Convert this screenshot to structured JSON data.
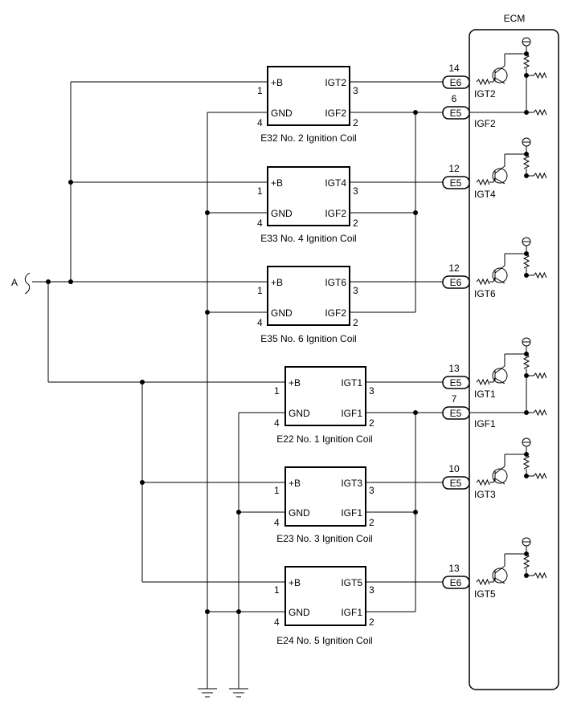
{
  "connector_label": "A",
  "ecm": {
    "title": "ECM"
  },
  "coils": [
    {
      "id": "e32",
      "caption": "E32 No. 2 Ignition Coil",
      "pin_b": "+B",
      "pin_gnd": "GND",
      "sig_t": "IGT2",
      "sig_f": "IGF2",
      "num_b": "1",
      "num_gnd": "4",
      "num_t": "3",
      "num_f": "2",
      "conn_t": "E6",
      "pin_t_ecm": "14",
      "ecm_t": "IGT2",
      "conn_f": "E5",
      "pin_f_ecm": "6",
      "ecm_f": "IGF2"
    },
    {
      "id": "e33",
      "caption": "E33 No. 4 Ignition Coil",
      "pin_b": "+B",
      "pin_gnd": "GND",
      "sig_t": "IGT4",
      "sig_f": "IGF2",
      "num_b": "1",
      "num_gnd": "4",
      "num_t": "3",
      "num_f": "2",
      "conn_t": "E5",
      "pin_t_ecm": "12",
      "ecm_t": "IGT4"
    },
    {
      "id": "e35",
      "caption": "E35 No. 6 Ignition Coil",
      "pin_b": "+B",
      "pin_gnd": "GND",
      "sig_t": "IGT6",
      "sig_f": "IGF2",
      "num_b": "1",
      "num_gnd": "4",
      "num_t": "3",
      "num_f": "2",
      "conn_t": "E6",
      "pin_t_ecm": "12",
      "ecm_t": "IGT6"
    },
    {
      "id": "e22",
      "caption": "E22 No. 1 Ignition Coil",
      "pin_b": "+B",
      "pin_gnd": "GND",
      "sig_t": "IGT1",
      "sig_f": "IGF1",
      "num_b": "1",
      "num_gnd": "4",
      "num_t": "3",
      "num_f": "2",
      "conn_t": "E5",
      "pin_t_ecm": "13",
      "ecm_t": "IGT1",
      "conn_f": "E5",
      "pin_f_ecm": "7",
      "ecm_f": "IGF1"
    },
    {
      "id": "e23",
      "caption": "E23 No. 3 Ignition Coil",
      "pin_b": "+B",
      "pin_gnd": "GND",
      "sig_t": "IGT3",
      "sig_f": "IGF1",
      "num_b": "1",
      "num_gnd": "4",
      "num_t": "3",
      "num_f": "2",
      "conn_t": "E5",
      "pin_t_ecm": "10",
      "ecm_t": "IGT3"
    },
    {
      "id": "e24",
      "caption": "E24 No. 5 Ignition Coil",
      "pin_b": "+B",
      "pin_gnd": "GND",
      "sig_t": "IGT5",
      "sig_f": "IGF1",
      "num_b": "1",
      "num_gnd": "4",
      "num_t": "3",
      "num_f": "2",
      "conn_t": "E6",
      "pin_t_ecm": "13",
      "ecm_t": "IGT5"
    }
  ]
}
